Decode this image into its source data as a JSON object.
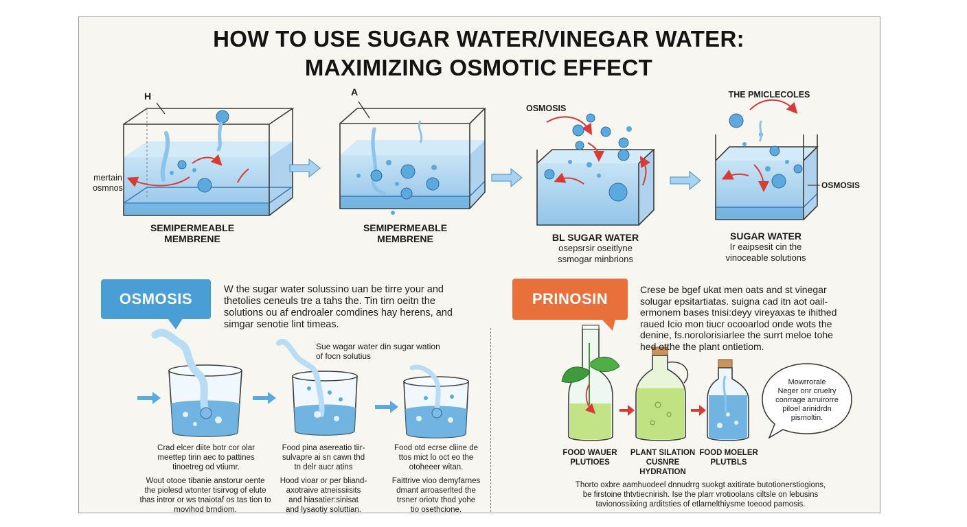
{
  "title": {
    "line1": "HOW TO USE SUGAR WATER/VINEGAR WATER:",
    "line2": "MAXIMIZING OSMOTIC EFFECT"
  },
  "top_row": {
    "tank1": {
      "pointer_label": "H",
      "side_label_line1": "mertain",
      "side_label_line2": "osmnos",
      "caption_line1": "SEMIPERMEABLE",
      "caption_line2": "MEMBRENE"
    },
    "tank2": {
      "pointer_label": "A",
      "caption_line1": "SEMIPERMEABLE",
      "caption_line2": "MEMBRENE"
    },
    "tank3": {
      "top_label": "OSMOSIS",
      "caption_line1": "BL SUGAR WATER",
      "caption_line2": "osepsrsir oseitlyne",
      "caption_line3": "ssmogar minbrions"
    },
    "tank4": {
      "top_label": "THE PMICLECOLES",
      "side_label": "OSMOSIS",
      "caption_line1": "SUGAR WATER",
      "caption_line2": "Ir eaipsesit cin the",
      "caption_line3": "vinoceable solutions"
    }
  },
  "left_section": {
    "badge": "OSMOSIS",
    "paragraph": [
      "W the sugar water solussino uan be tirre your and",
      "thetolies ceneuls tre a tahs the. Tin tirn oeitn the",
      "solutions ou af endroaler comdines hay herens, and",
      "simgar senotie lint timeas."
    ],
    "note_line1": "Sue wagar water din sugar wation",
    "note_line2": "of focn solutius",
    "cup1": {
      "caption": [
        "Crad elcer diite botr cor olar",
        "meettep tirin aec to pattines",
        "tinoetreg od vtiumr."
      ],
      "desc": [
        "Wout otooe tibanie anstorur oente",
        "the piolesd wtonter tisirvog of elute",
        "thas intror or ws tnaiotaf os tas tion to",
        "movihod brndiom."
      ]
    },
    "cup2": {
      "caption": [
        "Food pina asereatio tiir-",
        "sulvapre ai sn cawn thd",
        "tn delr aucr atins"
      ],
      "desc": [
        "Hood vioar or per bliand-",
        "axotraive atneissiisits",
        "and hiasatier:sinisat",
        "and lysaotiy soluttian."
      ]
    },
    "cup3": {
      "caption": [
        "Food otd ecrse cliine de",
        "ttos mict lo oct eo the",
        "otoheeer witan."
      ],
      "desc": [
        "Faittrive vioo demyfarnes",
        "dmant arroaserlted the",
        "trsner oriotv thod yohe",
        "tio osethcione."
      ]
    }
  },
  "right_section": {
    "badge": "PRINOSIN",
    "paragraph": [
      "Crese be bgef ukat men oats and st vinegar",
      "solugar epsitartiatas.  suigna cad itn aot oail-",
      "ermonem bases tnisi:deyy vireyaxas te ihithed",
      "raued Icio mon tiucr ocooarlod onde wots the",
      "denine, fs.norolorisiarlee the surrt meloe tohe",
      "hed otthe the plant ontietiom."
    ],
    "bottle1_label": [
      "FOOD WAUER",
      "PLUTIOES"
    ],
    "bottle2_label": [
      "PLANT SILATION",
      "CUSNRE",
      "HYDRATION"
    ],
    "bottle3_label": [
      "FOOD MOELER",
      "PLUTBLS"
    ],
    "speech_bubble": [
      "Mowrrorale",
      "Neger onr cruelry",
      "conrrage arruirorre",
      "piloel arinidrdn",
      "pismoltin."
    ],
    "footer": [
      "Thorto oxbre aamhuodeel dnnudrrg suokgt axitirate butotionerstiogions,",
      "be firstoine thtvtiecnirish. Ise the plarr vrotioolans ciltsle on lebusins",
      "tavionossiixing arditsties of etlarnelthiysme toeood pamosis."
    ]
  },
  "colors": {
    "water": "#a9d2ef",
    "water_deep": "#5aa8dc",
    "bubble": "#5ca9e0",
    "arrow_red": "#d63b35",
    "arrow_blue": "#8cc3ea",
    "badge_blue": "#4a9ed6",
    "badge_orange": "#e8703a",
    "green_liquid": "#bde07a"
  },
  "icons": [
    "flow-arrow-icon",
    "red-curve-arrow-icon",
    "water-bubble-icon",
    "leaf-icon",
    "cork-icon"
  ]
}
